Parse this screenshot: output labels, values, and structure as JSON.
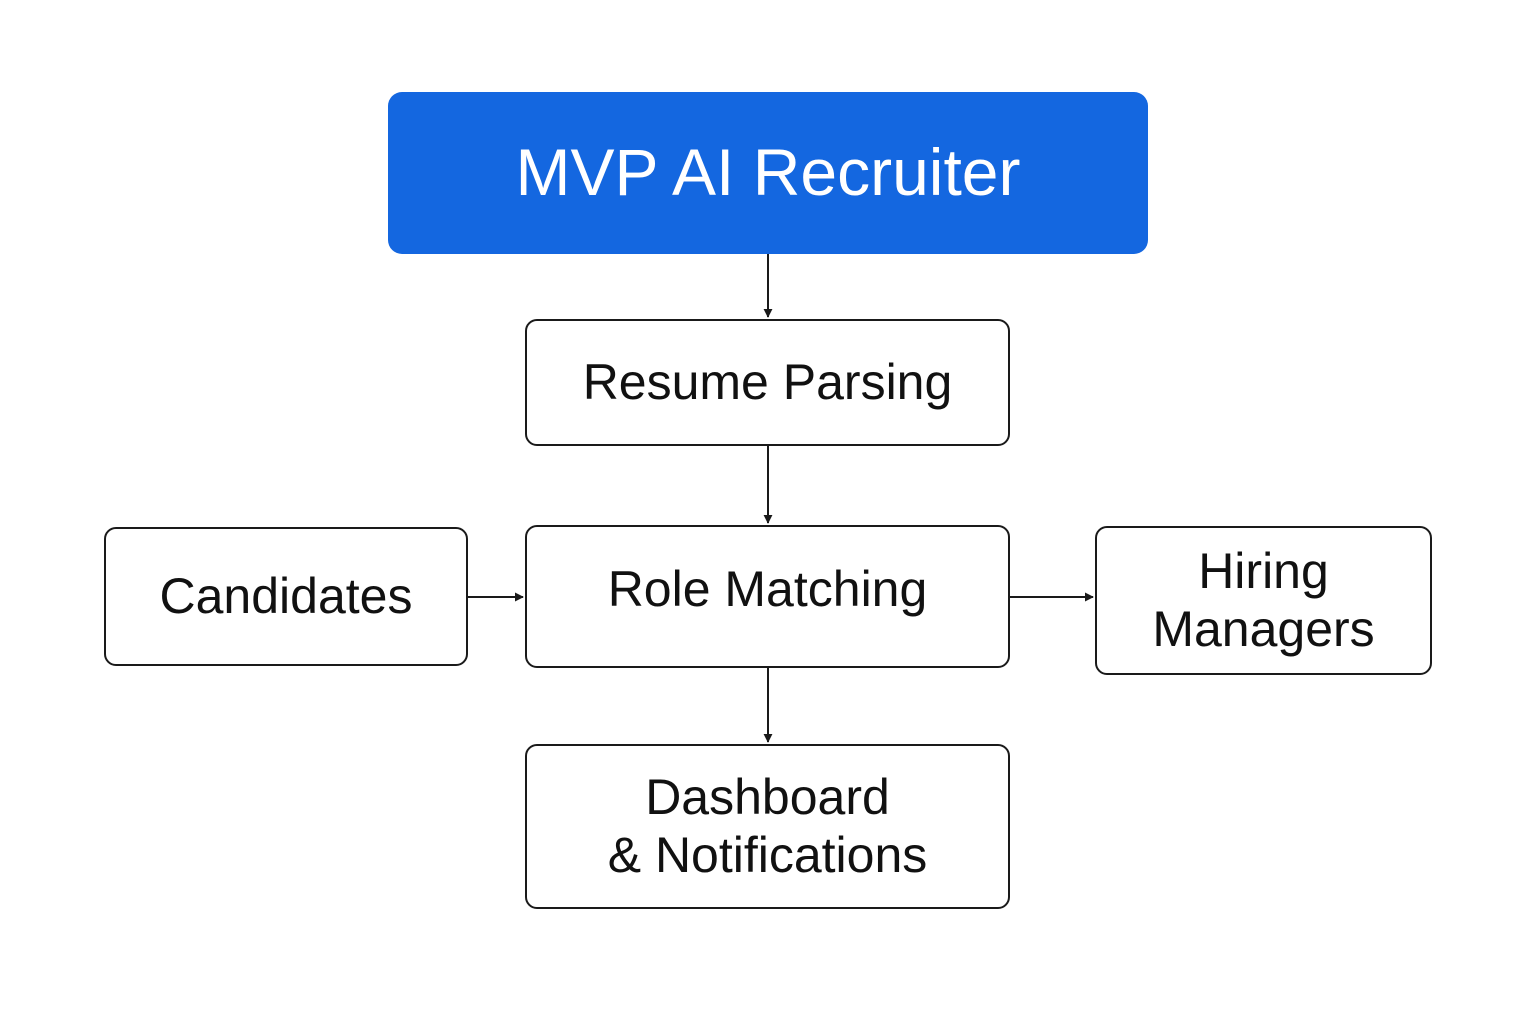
{
  "diagram": {
    "colors": {
      "primary_fill": "#1467E0",
      "primary_text": "#FFFFFF",
      "node_border": "#1A1A1A",
      "node_text": "#111111",
      "connector": "#1A1A1A"
    },
    "nodes": {
      "mvp": {
        "label": "MVP AI Recruiter"
      },
      "resume": {
        "label": "Resume Parsing"
      },
      "role": {
        "label": "Role Matching"
      },
      "candidates": {
        "label": "Candidates"
      },
      "hiring": {
        "label": "Hiring\nManagers"
      },
      "dashboard": {
        "label": "Dashboard\n& Notifications"
      }
    },
    "edges": [
      {
        "from": "mvp",
        "to": "resume"
      },
      {
        "from": "resume",
        "to": "role"
      },
      {
        "from": "candidates",
        "to": "role"
      },
      {
        "from": "role",
        "to": "hiring"
      },
      {
        "from": "role",
        "to": "dashboard"
      }
    ]
  }
}
